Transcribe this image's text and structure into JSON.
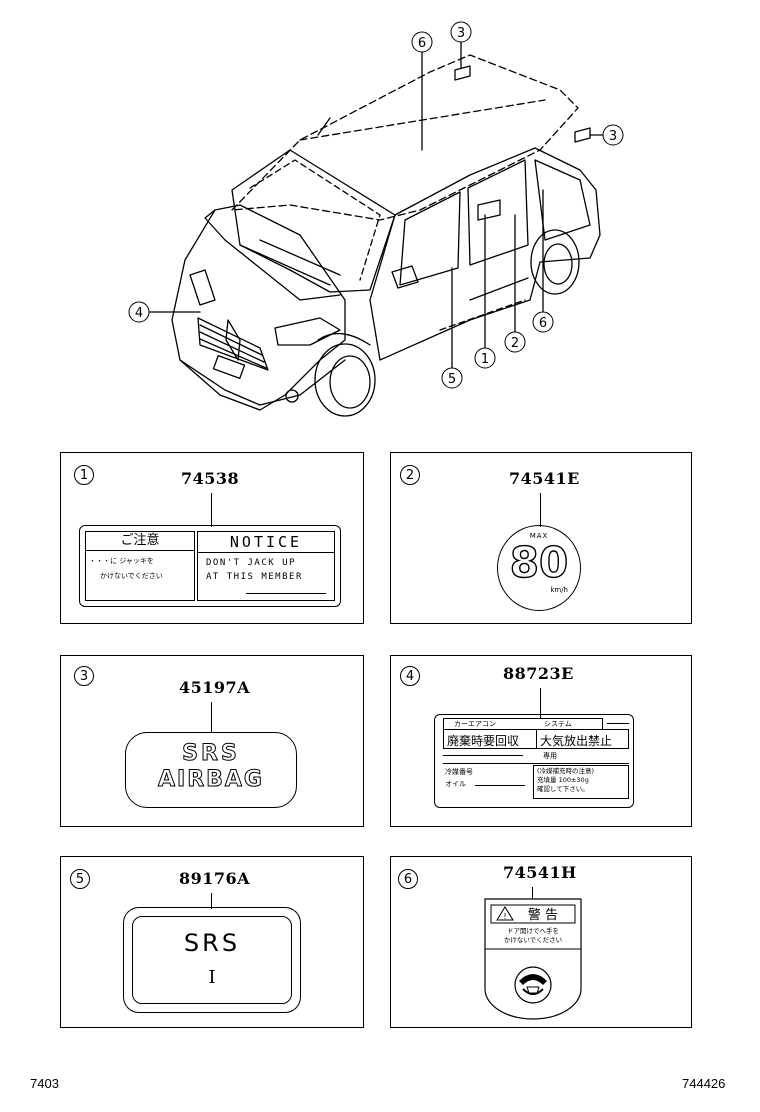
{
  "car_callouts": [
    "1",
    "2",
    "3",
    "3",
    "4",
    "5",
    "6",
    "6"
  ],
  "panels": [
    {
      "index": "1",
      "part_number": "74538",
      "label": {
        "left_title": "ご注意",
        "left_line1": "・・・に ジャッキを",
        "left_line2": "かけないでください",
        "right_title": "NOTICE",
        "right_line1": "DON'T JACK UP",
        "right_line2": "AT THIS MEMBER"
      }
    },
    {
      "index": "2",
      "part_number": "74541E",
      "label": {
        "top": "MAX",
        "value": "80",
        "unit": "km/h"
      }
    },
    {
      "index": "3",
      "part_number": "45197A",
      "label": {
        "line1": "SRS",
        "line2": "AIRBAG"
      }
    },
    {
      "index": "4",
      "part_number": "88723E",
      "label": {
        "tab_left": "カーエアコン",
        "tab_right": "システム",
        "box_left": "廃棄時要回収",
        "box_right": "大気放出禁止",
        "mid_right": "専用",
        "bottom_left1": "冷媒番号",
        "bottom_left2": "オイル",
        "bottom_right1": "(冷媒補充時の注意)",
        "bottom_right2": "充填量 100±30g",
        "bottom_right3": "確認して下さい。"
      }
    },
    {
      "index": "5",
      "part_number": "89176A",
      "label": {
        "line1": "SRS",
        "line2": "I"
      }
    },
    {
      "index": "6",
      "part_number": "74541H",
      "label": {
        "warning": "警 告",
        "line1": "ドア開けでへ手を",
        "line2": "かけないでください"
      }
    }
  ],
  "footer": {
    "left": "7403",
    "right": "744426"
  }
}
